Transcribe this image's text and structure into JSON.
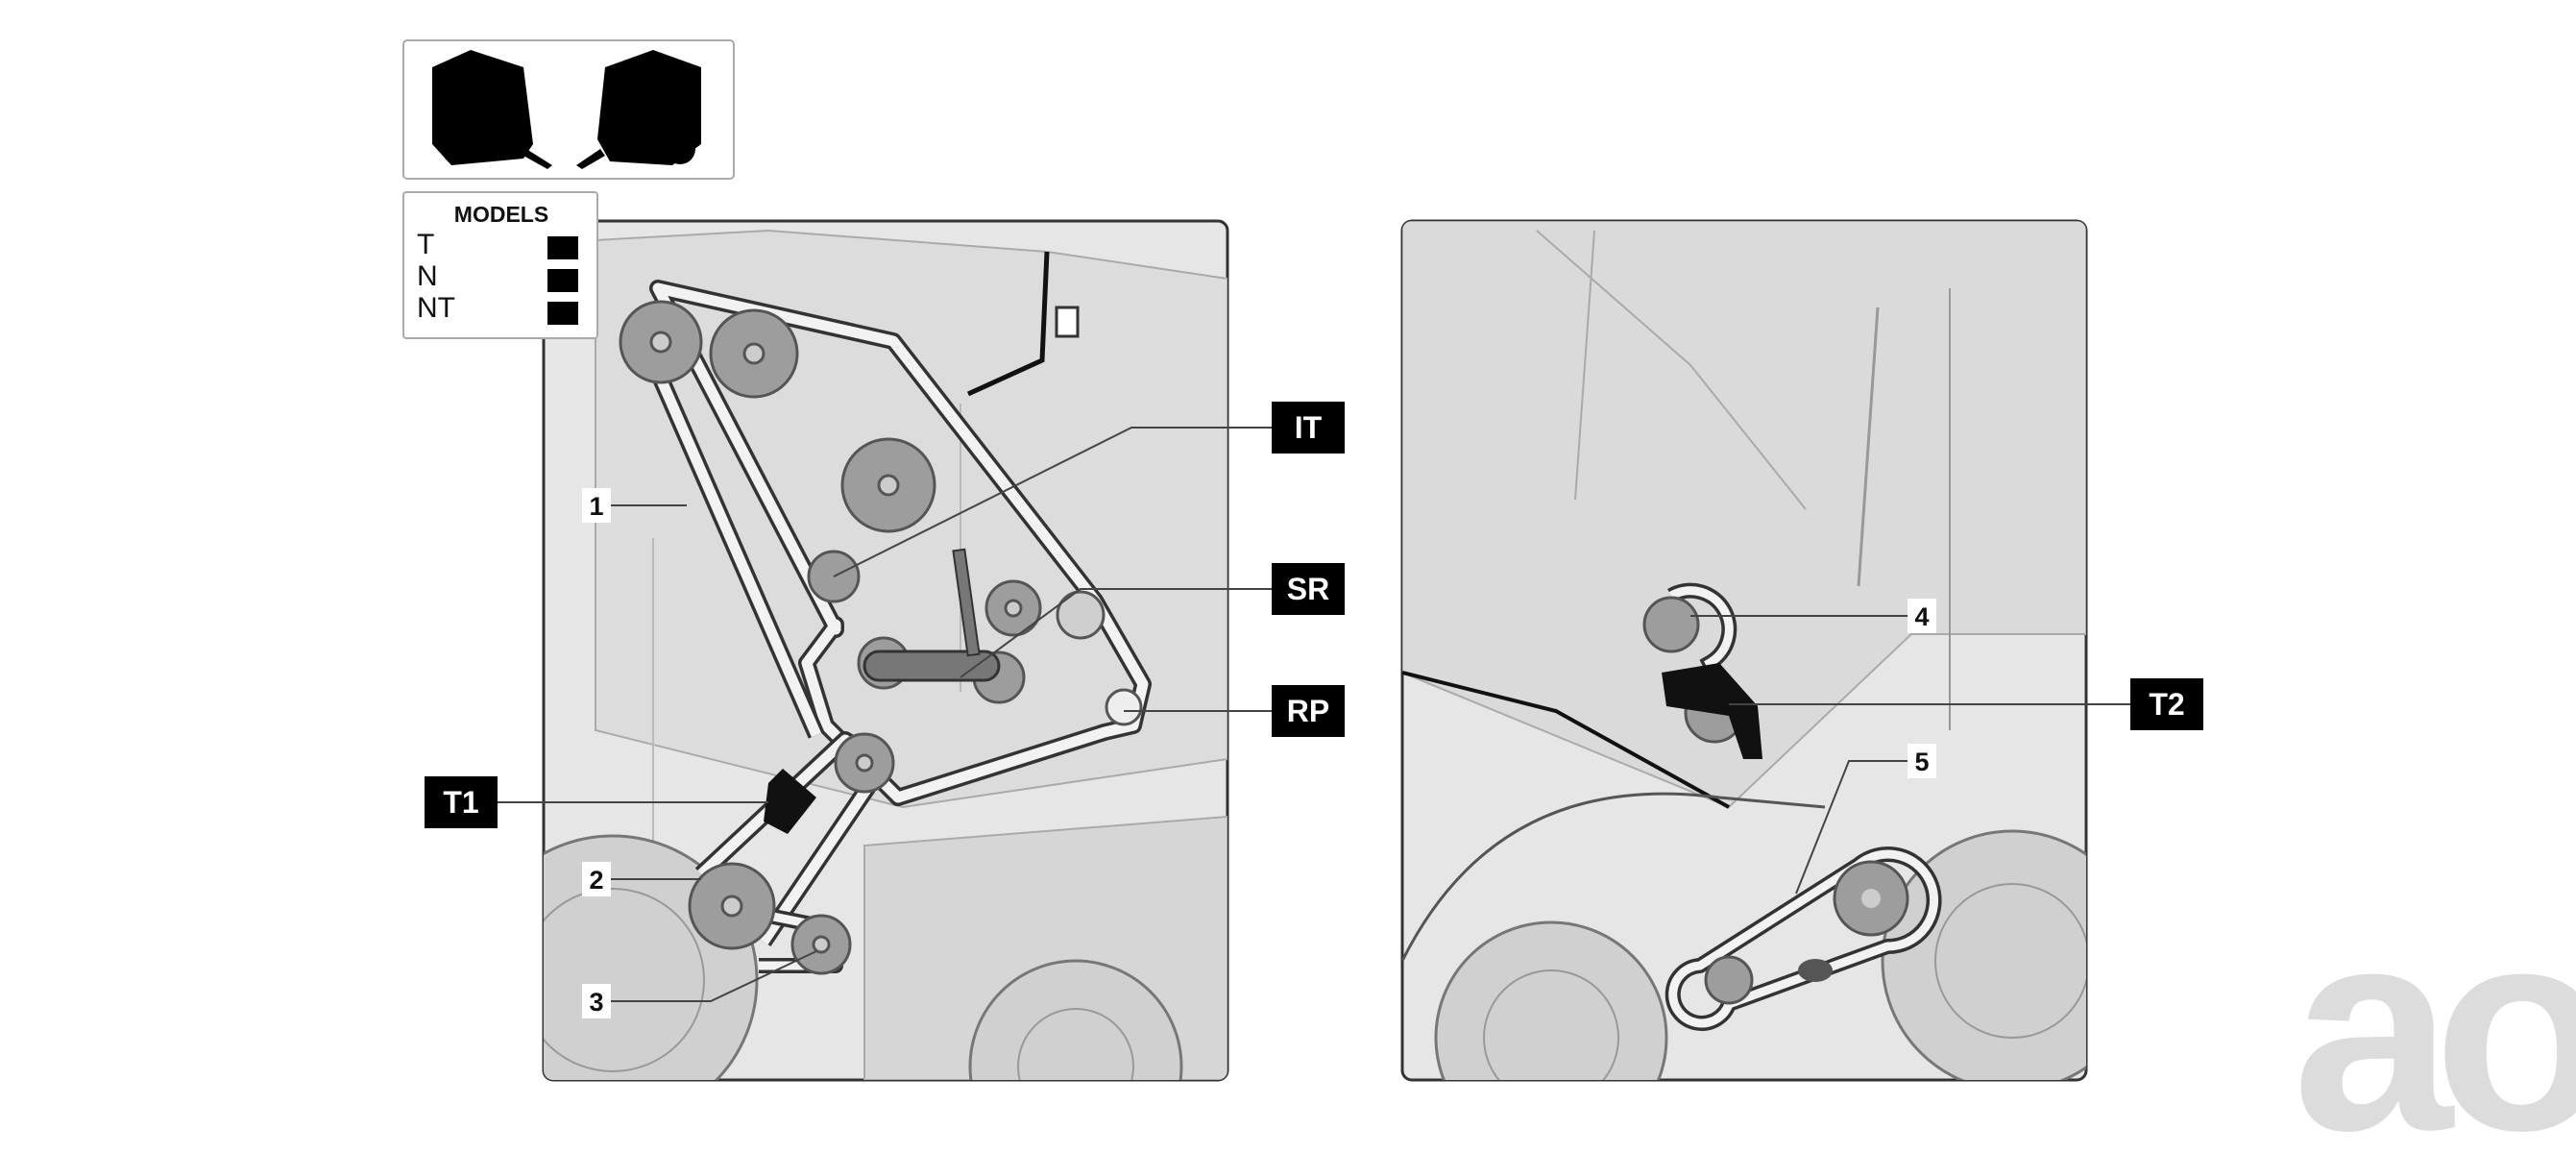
{
  "models_box": {
    "title": "MODELS",
    "items": [
      "T",
      "N",
      "NT"
    ]
  },
  "left_panel": {
    "tags": [
      "IT",
      "SR",
      "RP",
      "T1"
    ],
    "numbers": [
      "1",
      "2",
      "3"
    ]
  },
  "right_panel": {
    "tags": [
      "T2"
    ],
    "numbers": [
      "4",
      "5"
    ]
  },
  "watermark": "ao",
  "icons": [
    "baler-silhouette-icon",
    "baler-silhouette-icon"
  ],
  "colors": {
    "panel_fill": "#e4e4e4",
    "pulley_fill": "#9a9a9a",
    "belt_fill": "#f2f2f2",
    "callout_bg": "#000000",
    "watermark": "#dcdcdc"
  }
}
